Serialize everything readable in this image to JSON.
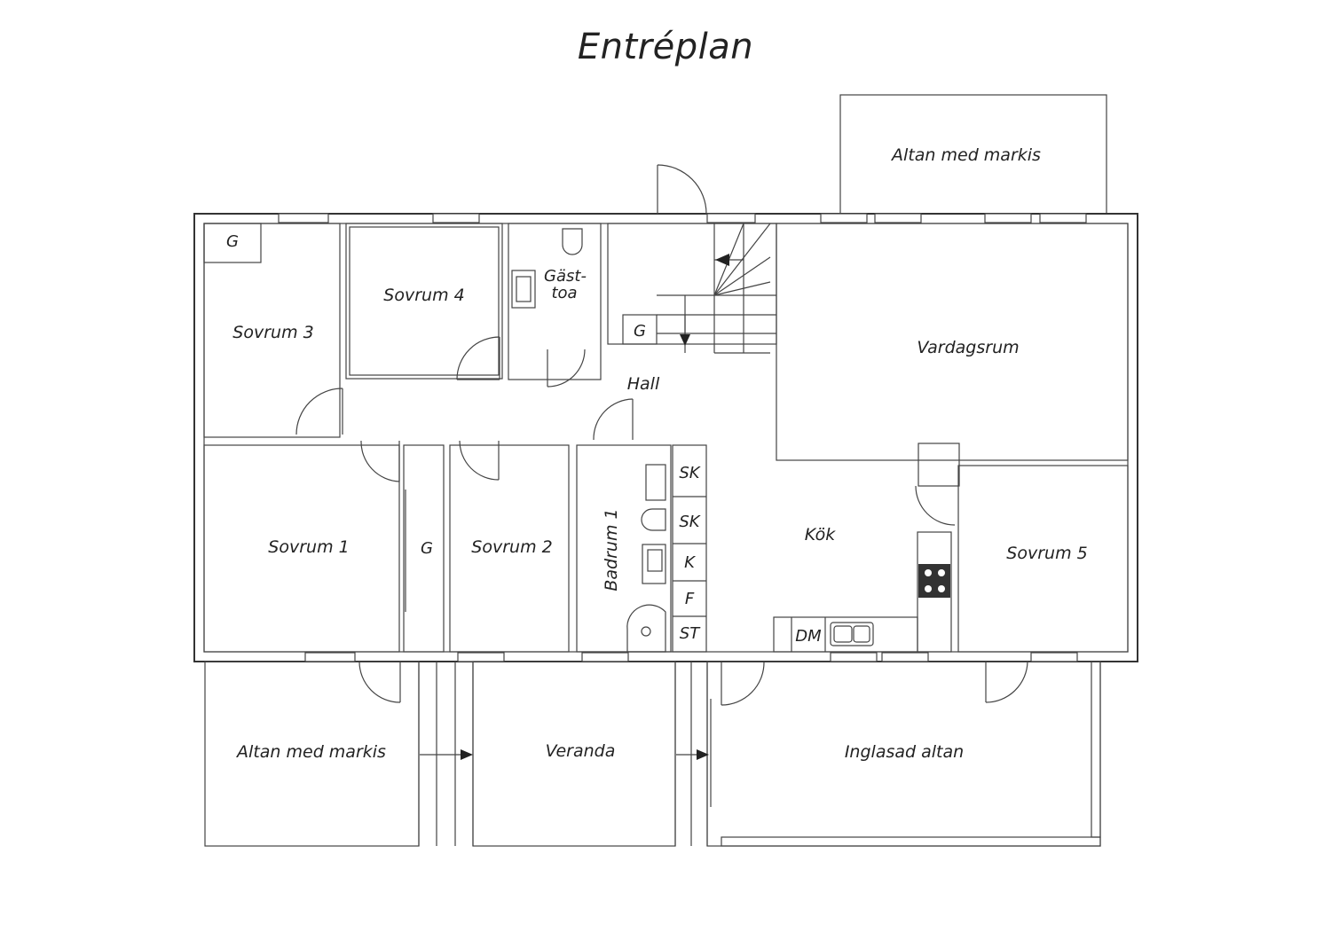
{
  "title": "Entréplan",
  "rooms": {
    "altan_top": "Altan med markis",
    "sovrum3": "Sovrum 3",
    "sovrum4": "Sovrum 4",
    "gasttoa_line1": "Gäst-",
    "gasttoa_line2": "toa",
    "vardagsrum": "Vardagsrum",
    "hall": "Hall",
    "sovrum1": "Sovrum 1",
    "sovrum2": "Sovrum 2",
    "badrum1": "Badrum 1",
    "kok": "Kök",
    "sovrum5": "Sovrum 5",
    "altan_bottom": "Altan med markis",
    "veranda": "Veranda",
    "inglasad_altan": "Inglasad altan"
  },
  "storage": {
    "g_sovrum3": "G",
    "g_stair": "G",
    "g_closet": "G",
    "sk1": "SK",
    "sk2": "SK",
    "k": "K",
    "f": "F",
    "st": "ST",
    "dm": "DM"
  },
  "colors": {
    "line": "#333333",
    "background": "#ffffff"
  }
}
